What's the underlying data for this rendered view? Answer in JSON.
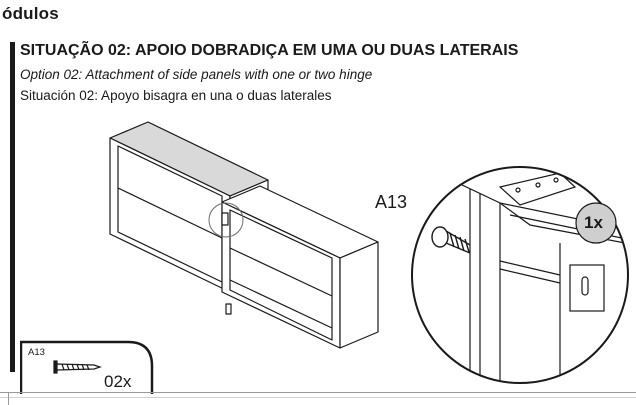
{
  "header": {
    "section_title": "ódulos",
    "heading": "SITUAÇÃO 02: APOIO DOBRADIÇA EM UMA OU DUAS LATERAIS",
    "subtitle_en": "Option 02: Attachment of side panels with one or two hinge",
    "subtitle_es": "Situación 02: Apoyo bisagra en una o duas laterales"
  },
  "detail": {
    "part_label": "A13",
    "quantity_badge": "1x"
  },
  "parts_box": {
    "part_code": "A13",
    "quantity": "02x"
  },
  "colors": {
    "ink": "#1a1a1a",
    "panel_shade": "#d9d9d9",
    "badge_fill": "#cfcfcf"
  }
}
